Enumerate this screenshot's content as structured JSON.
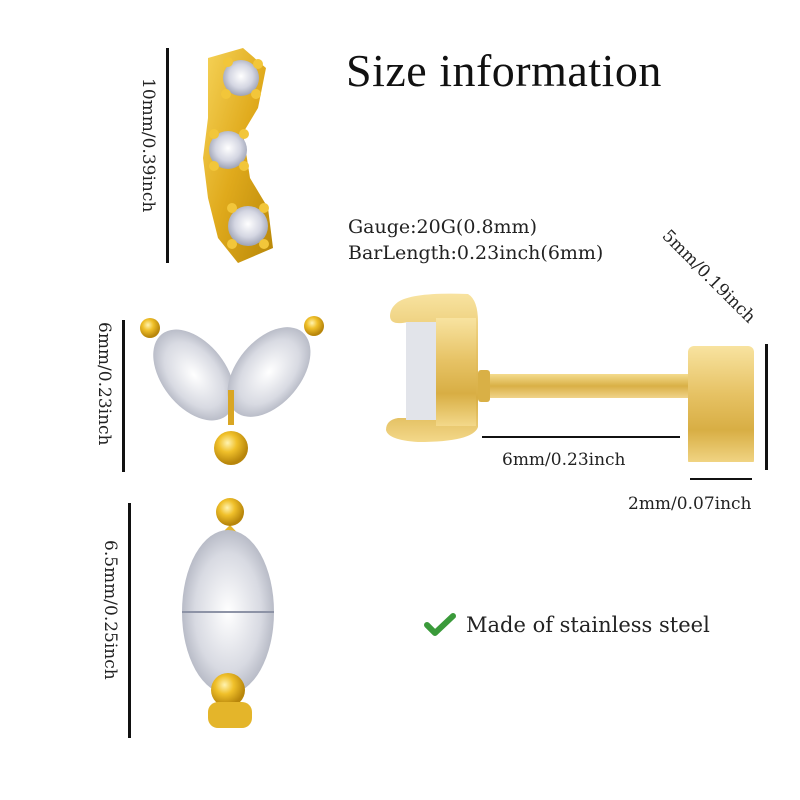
{
  "title": "Size information",
  "specs": {
    "gauge": "Gauge:20G(0.8mm)",
    "bar_length": "BarLength:0.23inch(6mm)"
  },
  "products": [
    {
      "name": "three-stone curved stud",
      "dimension_label": "10mm/0.39inch"
    },
    {
      "name": "double marquise leaf stud",
      "dimension_label": "6mm/0.23inch"
    },
    {
      "name": "single marquise stud",
      "dimension_label": "6.5mm/0.25inch"
    }
  ],
  "side_view": {
    "top_diameter_label": "5mm/0.19inch",
    "bar_label": "6mm/0.23inch",
    "back_width_label": "2mm/0.07inch"
  },
  "material": {
    "icon": "check-icon",
    "text": "Made of stainless steel",
    "icon_color": "#3a9a3a"
  },
  "colors": {
    "gold": "#e0b32a",
    "gold_dark": "#b8860b",
    "crystal": "#dcdfe6"
  }
}
